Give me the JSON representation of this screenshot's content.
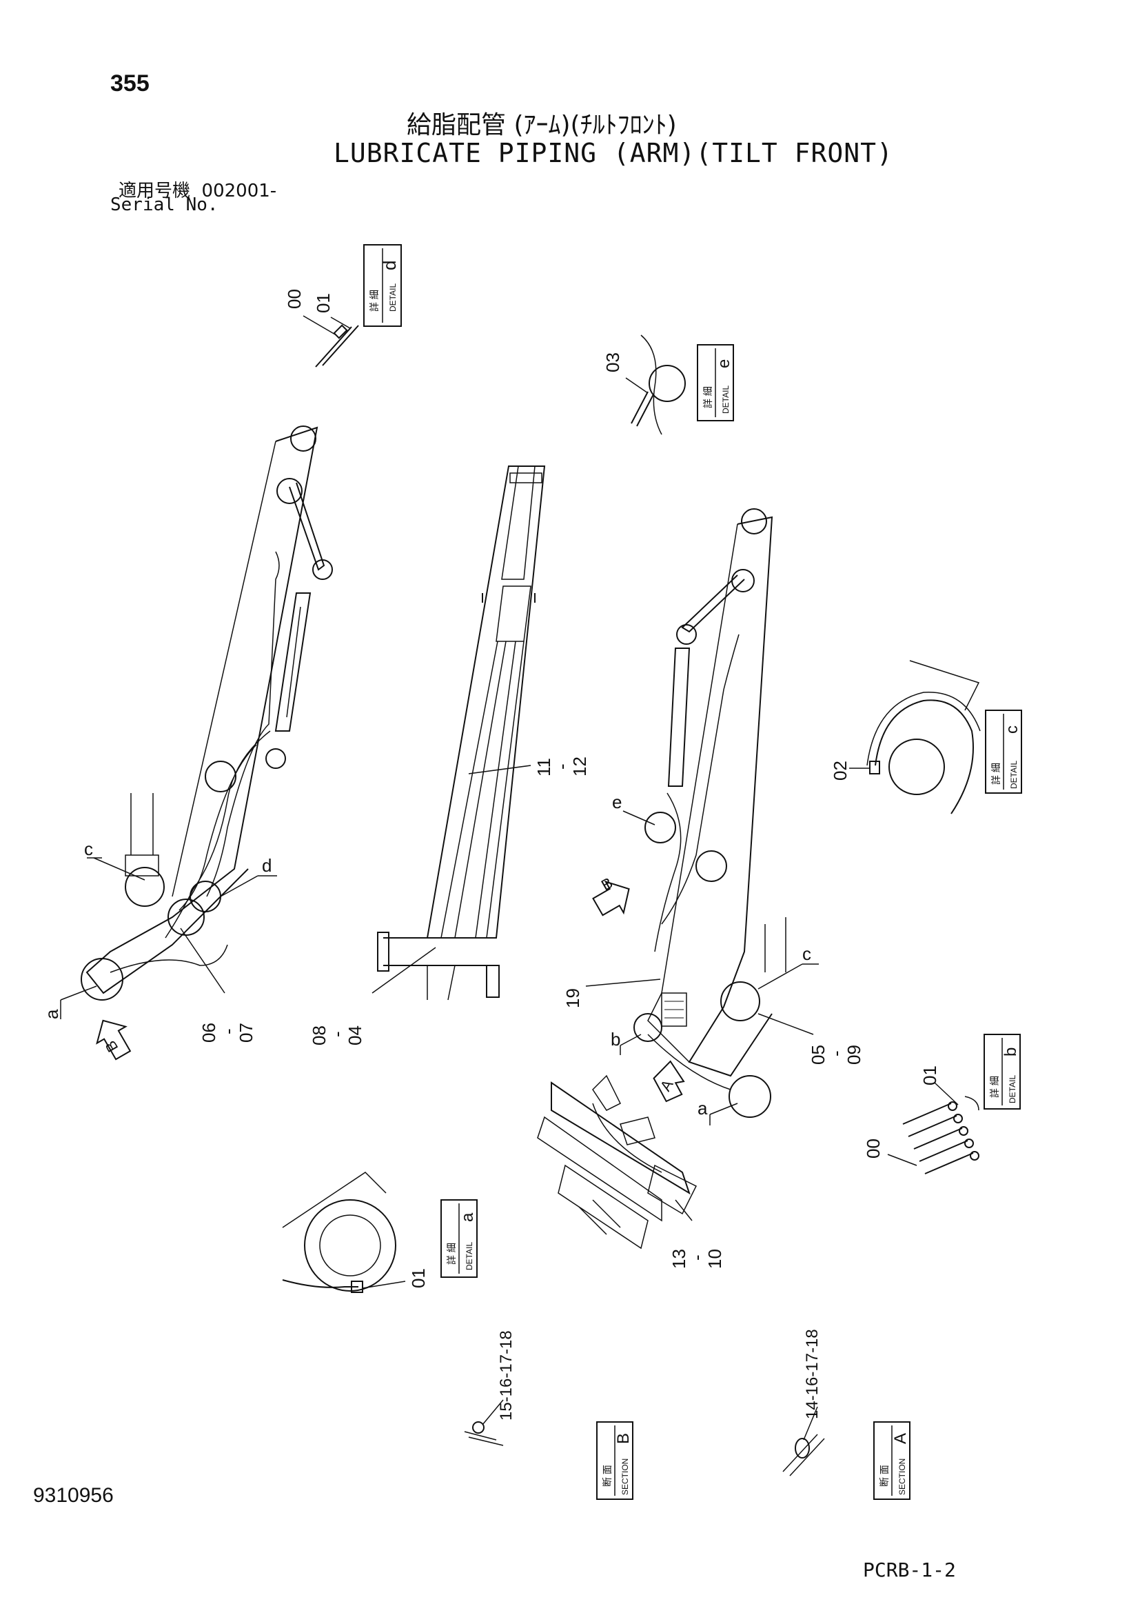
{
  "header": {
    "page_number": "355",
    "title_jp": "給脂配管 (ｱｰﾑ)(ﾁﾙﾄﾌﾛﾝﾄ)",
    "title_en": "LUBRICATE PIPING (ARM)(TILT FRONT)",
    "serial_label_jp": "適用号機",
    "serial_value": "002001-",
    "serial_label_en": "Serial No."
  },
  "footer": {
    "doc_number": "9310956",
    "sheet_code": "PCRB-1-2"
  },
  "detail_boxes": {
    "jp": "詳 細",
    "en": "DETAIL",
    "d": "d",
    "e": "e",
    "c": "c",
    "b": "b",
    "a": "a"
  },
  "section_boxes": {
    "jp": "断 面",
    "en": "SECTION",
    "B": "B",
    "A": "A"
  },
  "callouts": {
    "detail_d_00": "00",
    "detail_d_01": "01",
    "detail_e_03": "03",
    "detail_c_02": "02",
    "detail_b_01": "01",
    "detail_b_00": "00",
    "detail_a_01": "01",
    "left_c": "c",
    "left_d": "d",
    "left_a": "a",
    "left_06_07": "06\n-\n07",
    "mid_11_12": "11\n-\n12",
    "mid_08_04": "08\n-\n04",
    "right_e": "e",
    "right_19": "19",
    "right_c": "c",
    "right_b": "b",
    "right_a": "a",
    "right_05_09": "05\n-\n09",
    "lower_13_10": "13\n-\n10",
    "section_b_parts": "15-16-17-18",
    "section_a_parts": "14-16-17-18"
  },
  "view_arrows": {
    "left_B": "B",
    "right_B": "B",
    "right_A": "A"
  }
}
